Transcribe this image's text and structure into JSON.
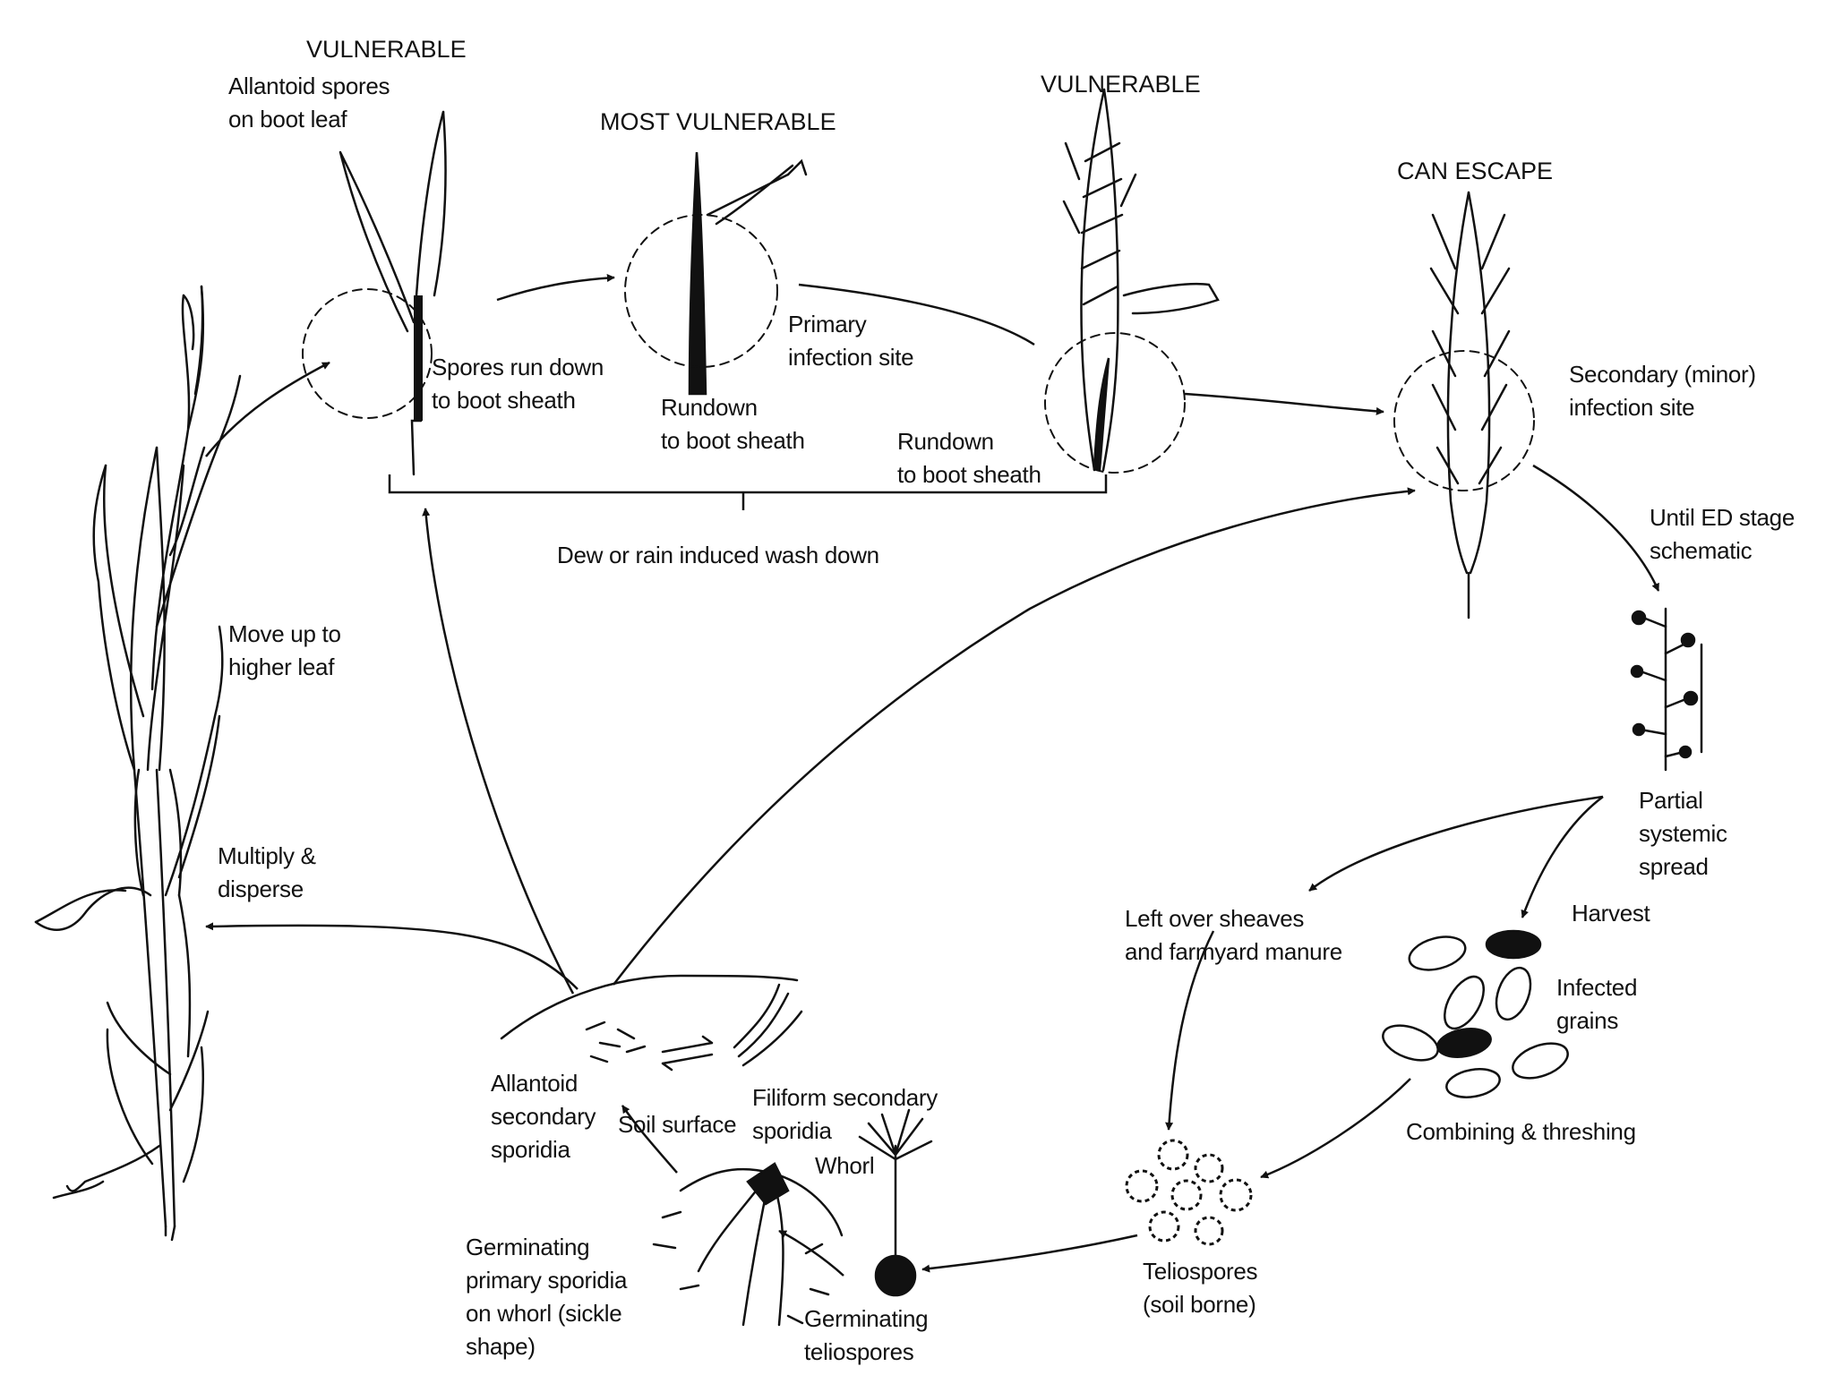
{
  "colors": {
    "ink": "#111111",
    "background": "#ffffff"
  },
  "labels": {
    "vulnerable_1": "VULNERABLE",
    "allantoid_boot_leaf": "Allantoid spores\non boot leaf",
    "most_vulnerable": "MOST VULNERABLE",
    "vulnerable_2": "VULNERABLE",
    "can_escape": "CAN ESCAPE",
    "spores_run_down": "Spores run down\nto boot sheath",
    "primary_infection": "Primary\ninfection site",
    "rundown_1": "Rundown\nto boot sheath",
    "rundown_2": "Rundown\nto boot sheath",
    "secondary_infection": "Secondary (minor)\ninfection site",
    "dew_wash": "Dew or rain induced wash down",
    "until_ed": "Until ED stage\nschematic",
    "move_up": "Move up to\nhigher leaf",
    "multiply": "Multiply &\ndisperse",
    "partial_systemic": "Partial\nsystemic\nspread",
    "left_over": "Left over sheaves\nand farmyard manure",
    "harvest": "Harvest",
    "infected_grains": "Infected\ngrains",
    "allantoid_secondary": "Allantoid\nsecondary\nsporidia",
    "soil_surface": "Soil surface",
    "filiform": "Filiform secondary\nsporidia",
    "whorl": "Whorl",
    "combining": "Combining & threshing",
    "teliospores": "Teliospores\n(soil borne)",
    "germinating_primary": "Germinating\nprimary sporidia\non whorl (sickle\nshape)",
    "germinating_teliospores": "Germinating\nteliospores"
  }
}
